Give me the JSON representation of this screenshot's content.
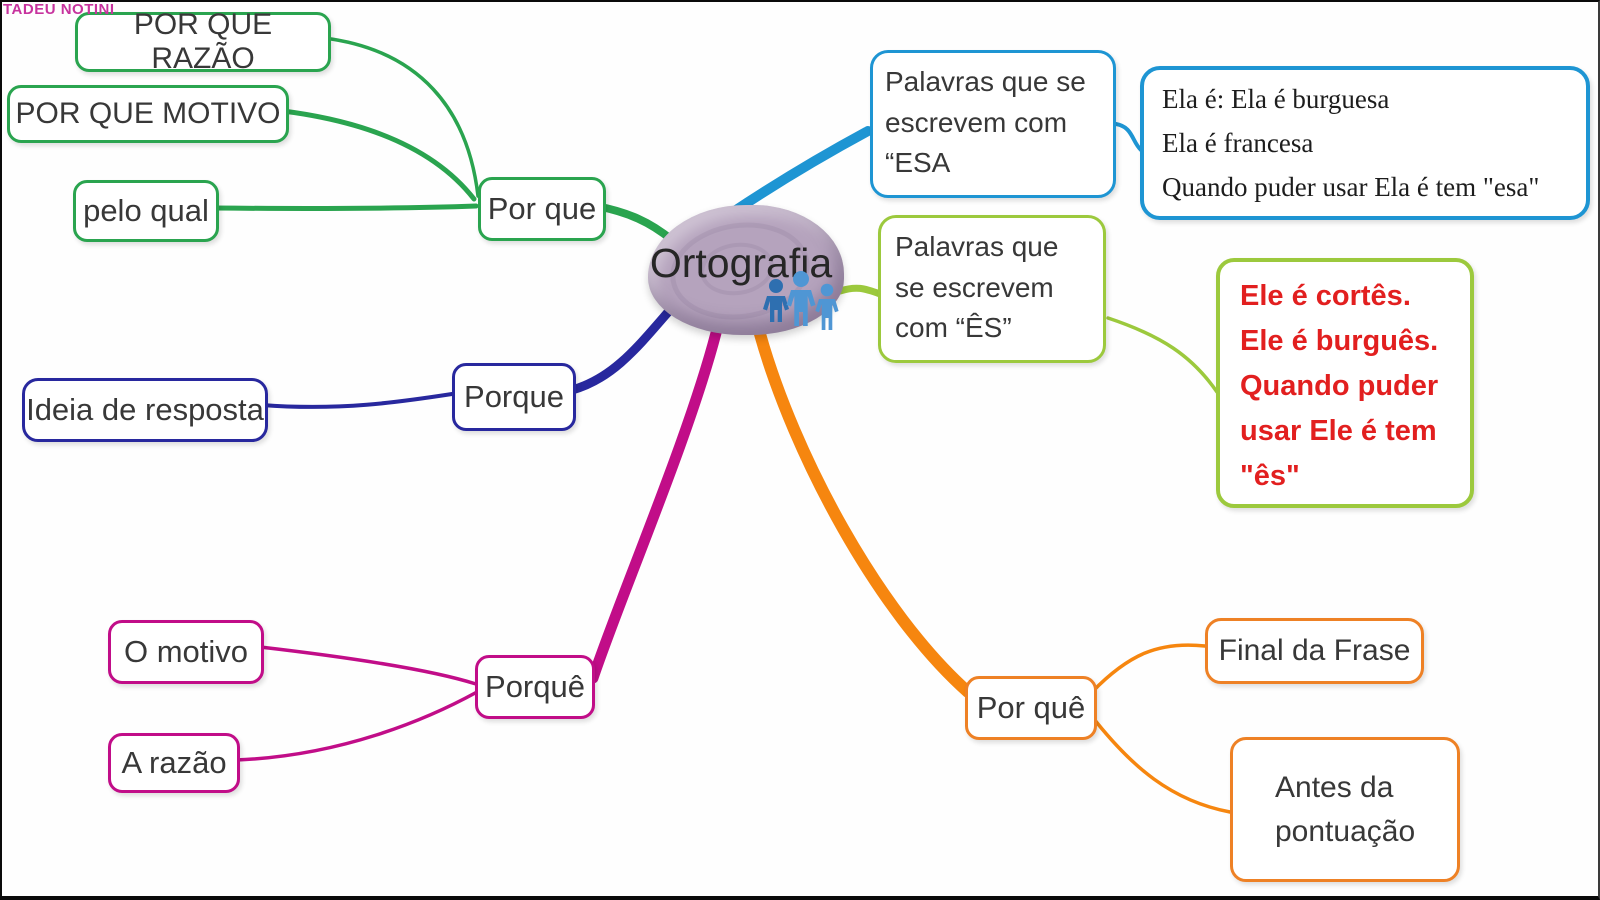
{
  "watermark": "TADEU NOTINI",
  "center": {
    "label": "Ortografia",
    "icon": "people-icon"
  },
  "colors": {
    "green": "#2aa44f",
    "navy": "#28289e",
    "magenta": "#c10d88",
    "orange": "#f6860f",
    "orange-border": "#ee8125",
    "blue": "#1e95d3",
    "lime": "#9cc93d",
    "red-text": "#e21f1f",
    "center-fill": "#b5a3bd",
    "watermark": "#c7339e",
    "people-dark": "#2e6fb0",
    "people-light": "#4f96d4"
  },
  "green": {
    "node": "Por que",
    "child1": "POR QUE RAZÃO",
    "child2": "POR QUE MOTIVO",
    "child3": "pelo qual"
  },
  "navy": {
    "node": "Porque",
    "child1": "Ideia de resposta"
  },
  "magenta": {
    "node": "Porquê",
    "child1": "O motivo",
    "child2": "A razão"
  },
  "orange": {
    "node": "Por quê",
    "child1": "Final da Frase",
    "child2": "Antes da pontuação"
  },
  "blue": {
    "node": "Palavras que se escrevem com “ESA",
    "line1": "Ela é: Ela é burguesa",
    "line2": "Ela é francesa",
    "line3": "Quando puder usar Ela é tem \"esa\""
  },
  "lime": {
    "node": "Palavras que se escrevem com “ÊS”",
    "line1": "Ele é cortês.",
    "line2": "Ele é burguês.",
    "line3": "Quando puder usar Ele é tem \"ês\""
  }
}
